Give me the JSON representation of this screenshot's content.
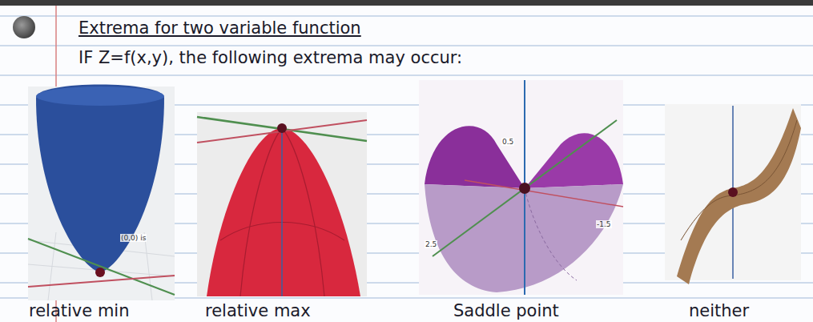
{
  "diagram": {
    "title": "Extrema for two variable function",
    "labels": [
      "IF Z=f(x,y), the following extrema may occur:",
      "relative min",
      "relative max",
      "Saddle point",
      "neither",
      "(0,0) is",
      "0.5",
      "2.5",
      "-1.5"
    ]
  }
}
